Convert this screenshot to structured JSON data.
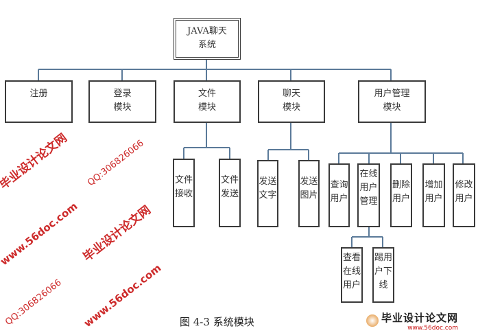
{
  "root": {
    "label": "JAVA聊天系统"
  },
  "modules": [
    {
      "label": "注册"
    },
    {
      "label": "登录模块"
    },
    {
      "label": "文件模块",
      "children": [
        {
          "label": "文件接收"
        },
        {
          "label": "文件发送"
        }
      ]
    },
    {
      "label": "聊天模块",
      "children": [
        {
          "label": "发送文字"
        },
        {
          "label": "发送图片"
        }
      ]
    },
    {
      "label": "用户管理模块",
      "children": [
        {
          "label": "查询用户"
        },
        {
          "label": "在线用户管理",
          "children": [
            {
              "label": "查看在线用户"
            },
            {
              "label": "踢用户下线"
            }
          ]
        },
        {
          "label": "删除用户"
        },
        {
          "label": "增加用户"
        },
        {
          "label": "修改用户"
        }
      ]
    }
  ],
  "caption": "图 4-3 系统模块",
  "watermarks": [
    "毕业设计论文网",
    "www.56doc.com",
    "QQ:306826066"
  ],
  "logo": {
    "title": "毕业设计论文网",
    "url": "www.56doc.com"
  },
  "colors": {
    "line": "#5b7a99",
    "border": "#3a3a3a",
    "watermark": "#c81414"
  }
}
